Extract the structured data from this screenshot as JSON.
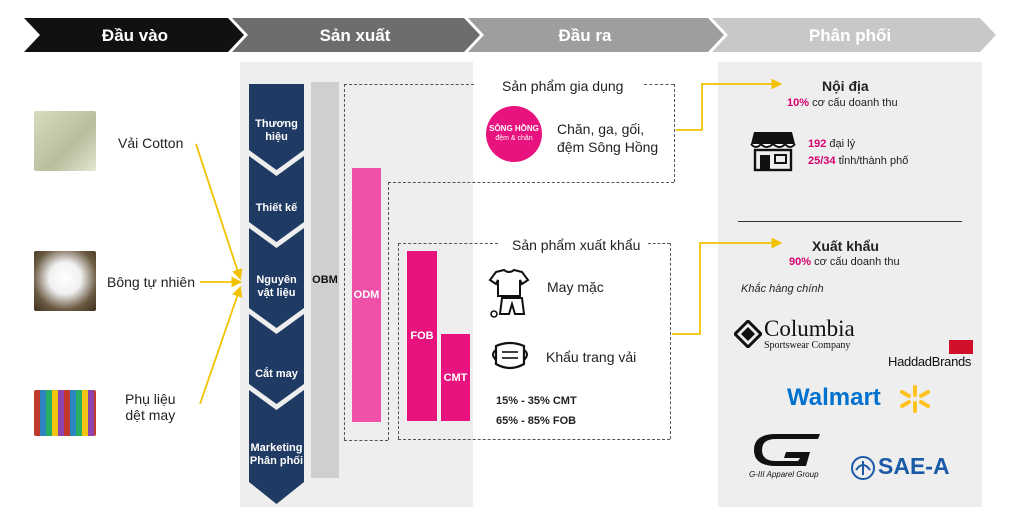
{
  "header": {
    "stages": [
      "Đầu vào",
      "Sản xuất",
      "Đầu ra",
      "Phân phối"
    ],
    "colors": [
      "#111111",
      "#6d6d6d",
      "#9e9e9e",
      "#c8c8c8"
    ]
  },
  "inputs": {
    "items": [
      {
        "label": "Vải Cotton"
      },
      {
        "label": "Bông tự nhiên"
      },
      {
        "label_line1": "Phụ liệu",
        "label_line2": "dệt may"
      }
    ]
  },
  "production": {
    "steps": [
      {
        "line1": "Thương",
        "line2": "hiệu"
      },
      {
        "line1": "Thiết kế",
        "line2": ""
      },
      {
        "line1": "Nguyên",
        "line2": "vật liệu"
      },
      {
        "line1": "Cắt may",
        "line2": ""
      },
      {
        "line1": "Marketing",
        "line2": "Phân phối"
      }
    ],
    "models": {
      "obm": "OBM",
      "odm": "ODM",
      "fob": "FOB",
      "cmt": "CMT"
    },
    "chevron_color": "#1f3a63",
    "odm_color": "#f050a8",
    "fob_color": "#e8137e"
  },
  "output": {
    "household": {
      "title": "Sản phẩm gia dụng",
      "brand": "SÔNG HỒNG",
      "brand_sub": "đệm & chăn",
      "line1": "Chăn, ga, gối,",
      "line2": "đệm Sông Hồng"
    },
    "export": {
      "title": "Sản phẩm xuất khẩu",
      "items": [
        "May mặc",
        "Khẩu trang vải"
      ],
      "ratio_cmt": "15% - 35% CMT",
      "ratio_fob": "65% - 85% FOB"
    }
  },
  "distribution": {
    "domestic": {
      "title": "Nội địa",
      "share_pct": "10%",
      "share_text": " cơ cấu doanh thu",
      "agents_num": "192",
      "agents_text": " đại lý",
      "provinces_num": "25/34",
      "provinces_text": " tỉnh/thành phố"
    },
    "export": {
      "title": "Xuất khẩu",
      "share_pct": "90%",
      "share_text": " cơ cấu doanh thu",
      "customers_label": "Khắc hàng chính",
      "customers": {
        "columbia": "Columbia",
        "columbia_sub": "Sportswear Company",
        "haddad": "HaddadBrands",
        "walmart": "Walmart",
        "giii": "G-III Apparel Group",
        "saea": "SAE-A"
      }
    }
  },
  "colors": {
    "arrow": "#f2c200",
    "pink": "#d6006e",
    "walmart": "#0071ce",
    "walmart_spark": "#ffc220",
    "saea": "#1a5aa6",
    "haddad": "#d0102a"
  }
}
